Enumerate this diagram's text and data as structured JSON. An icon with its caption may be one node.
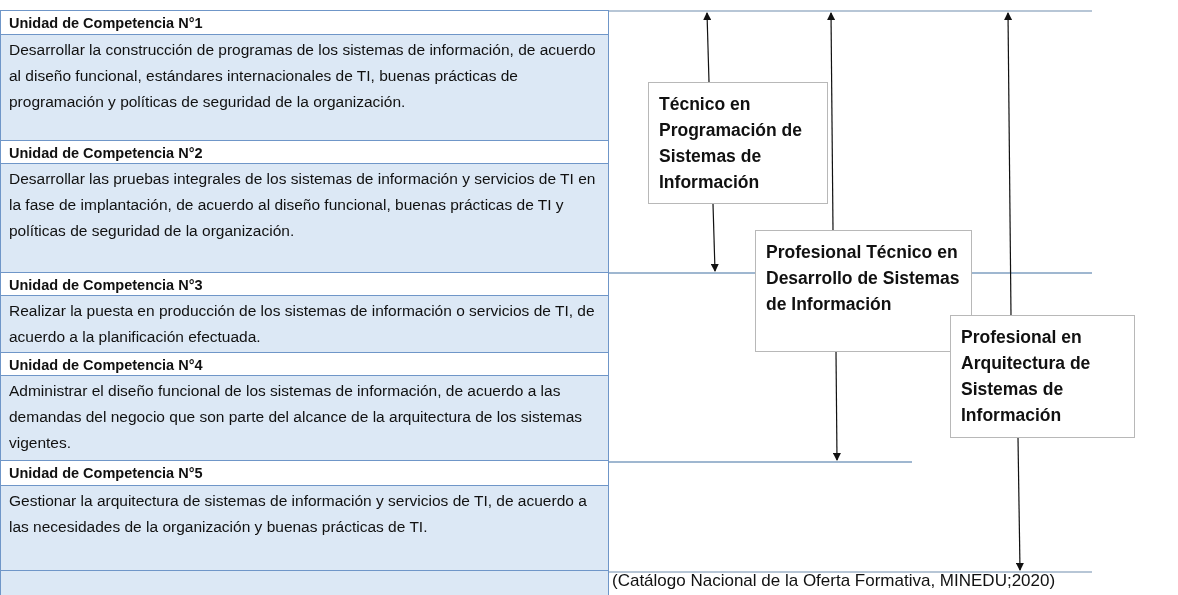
{
  "diagram": {
    "caption": "(Catálogo Nacional de la Oferta Formativa, MINEDU;2020)",
    "nodes": [
      {
        "text": [
          "Técnico en Programación de Sistemas de Información"
        ]
      },
      {
        "text": [
          "Profesional Técnico en Desarrollo de Sistemas de Información"
        ]
      },
      {
        "text": [
          "Profesional en Arquitectura de Sistemas de Información"
        ]
      }
    ],
    "edges": [
      {
        "from": 0,
        "to": null,
        "arrow": "to"
      },
      {
        "from": 0,
        "to": null,
        "arrow": "to"
      },
      {
        "from": 1,
        "to": null,
        "arrow": "to"
      },
      {
        "from": 1,
        "to": null,
        "arrow": "to"
      },
      {
        "from": 2,
        "to": null,
        "arrow": "to"
      },
      {
        "from": 2,
        "to": null,
        "arrow": "to"
      }
    ],
    "labels": [
      "Unidad de Competencia N°1",
      "Desarrollar la construcción de programas de los sistemas de información, de acuerdo al diseño funcional, estándares internacionales de TI, buenas prácticas de programación y políticas de seguridad de la organización.",
      "Unidad de Competencia N°2",
      "Desarrollar las pruebas integrales de los sistemas de información y servicios de TI en la fase de implantación, de acuerdo al diseño funcional, buenas prácticas de TI y políticas de seguridad de la organización.",
      "Unidad de Competencia N°3",
      "Realizar la puesta en producción de los sistemas de información o servicios de TI, de acuerdo a la planificación efectuada.",
      "Unidad de Competencia N°4",
      "Administrar el diseño funcional de los sistemas de información, de acuerdo a las demandas del negocio que son parte del alcance de la arquitectura de los sistemas vigentes.",
      "Unidad de Competencia N°5",
      "Gestionar la arquitectura de sistemas de información y servicios de TI, de acuerdo a las necesidades de la organización y buenas prácticas de TI."
    ]
  }
}
